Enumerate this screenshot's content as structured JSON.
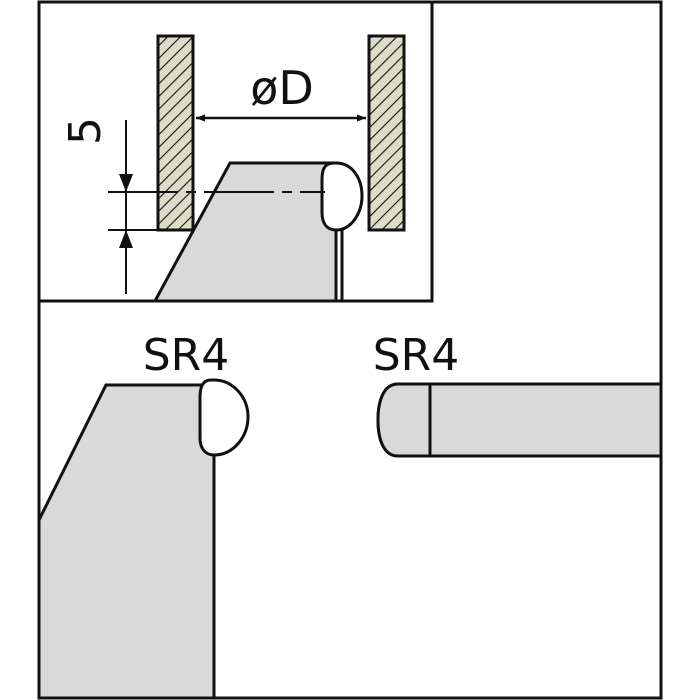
{
  "diagram": {
    "inset": {
      "bore_label": "øD",
      "offset_label": "5"
    },
    "main": {
      "left_tip_label": "SR4",
      "right_tip_label": "SR4"
    },
    "colors": {
      "line": "#111111",
      "part_fill": "#d9d9d9",
      "hatch_fill": "#dcdcc8",
      "background": "#ffffff"
    }
  }
}
